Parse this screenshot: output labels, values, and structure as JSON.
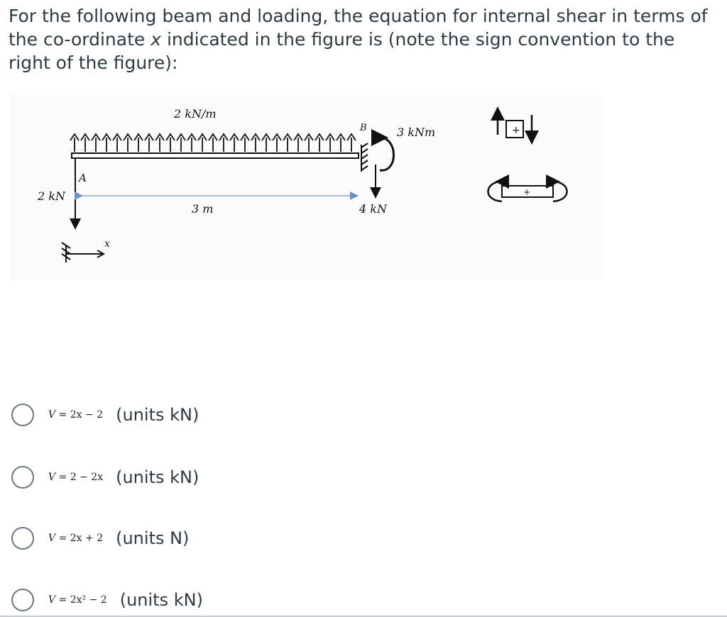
{
  "question": {
    "before_x": "For the following beam and loading, the equation for internal shear in terms of the co-ordinate ",
    "x_symbol": "x",
    "after_x": " indicated in the figure is (note the sign convention to the right of the figure):"
  },
  "figure": {
    "distributed_load_label": "2 kN/m",
    "point_b_label": "B",
    "moment_label": "3 kNm",
    "point_a_label": "A",
    "left_force_label": "2 kN",
    "span_label": "3 m",
    "right_force_label": "4 kN",
    "coordinate_label": "x",
    "sign_plus_shear": "+",
    "sign_plus_moment": "+"
  },
  "options": [
    {
      "v": "V",
      "eq": " = 2x − 2",
      "units": "(units kN)"
    },
    {
      "v": "V",
      "eq": " = 2 − 2x",
      "units": "(units kN)"
    },
    {
      "v": "V",
      "eq": " = 2x + 2",
      "units": "(units N)"
    },
    {
      "v": "V",
      "eq": " = 2x² − 2",
      "units": "(units kN)"
    }
  ],
  "colors": {
    "text": "#2d3b45",
    "dimension_line": "#8ea8d6",
    "radio_border": "#6b7780"
  },
  "icons": [
    "radio-button-icon",
    "upload-arrow-icon",
    "moment-arrow-icon",
    "fixed-support-icon",
    "force-arrow-icon"
  ]
}
